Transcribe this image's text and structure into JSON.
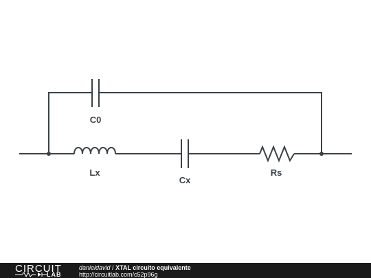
{
  "diagram": {
    "components": {
      "c0": "C0",
      "lx": "Lx",
      "cx": "Cx",
      "rs": "Rs"
    }
  },
  "footer": {
    "logo_top": "CIRCUIT",
    "logo_bottom": "LAB",
    "author": "danieldavid",
    "separator": " / ",
    "title": "XTAL circuito equivalente",
    "url": "http://circuitlab.com/c52p96g"
  }
}
